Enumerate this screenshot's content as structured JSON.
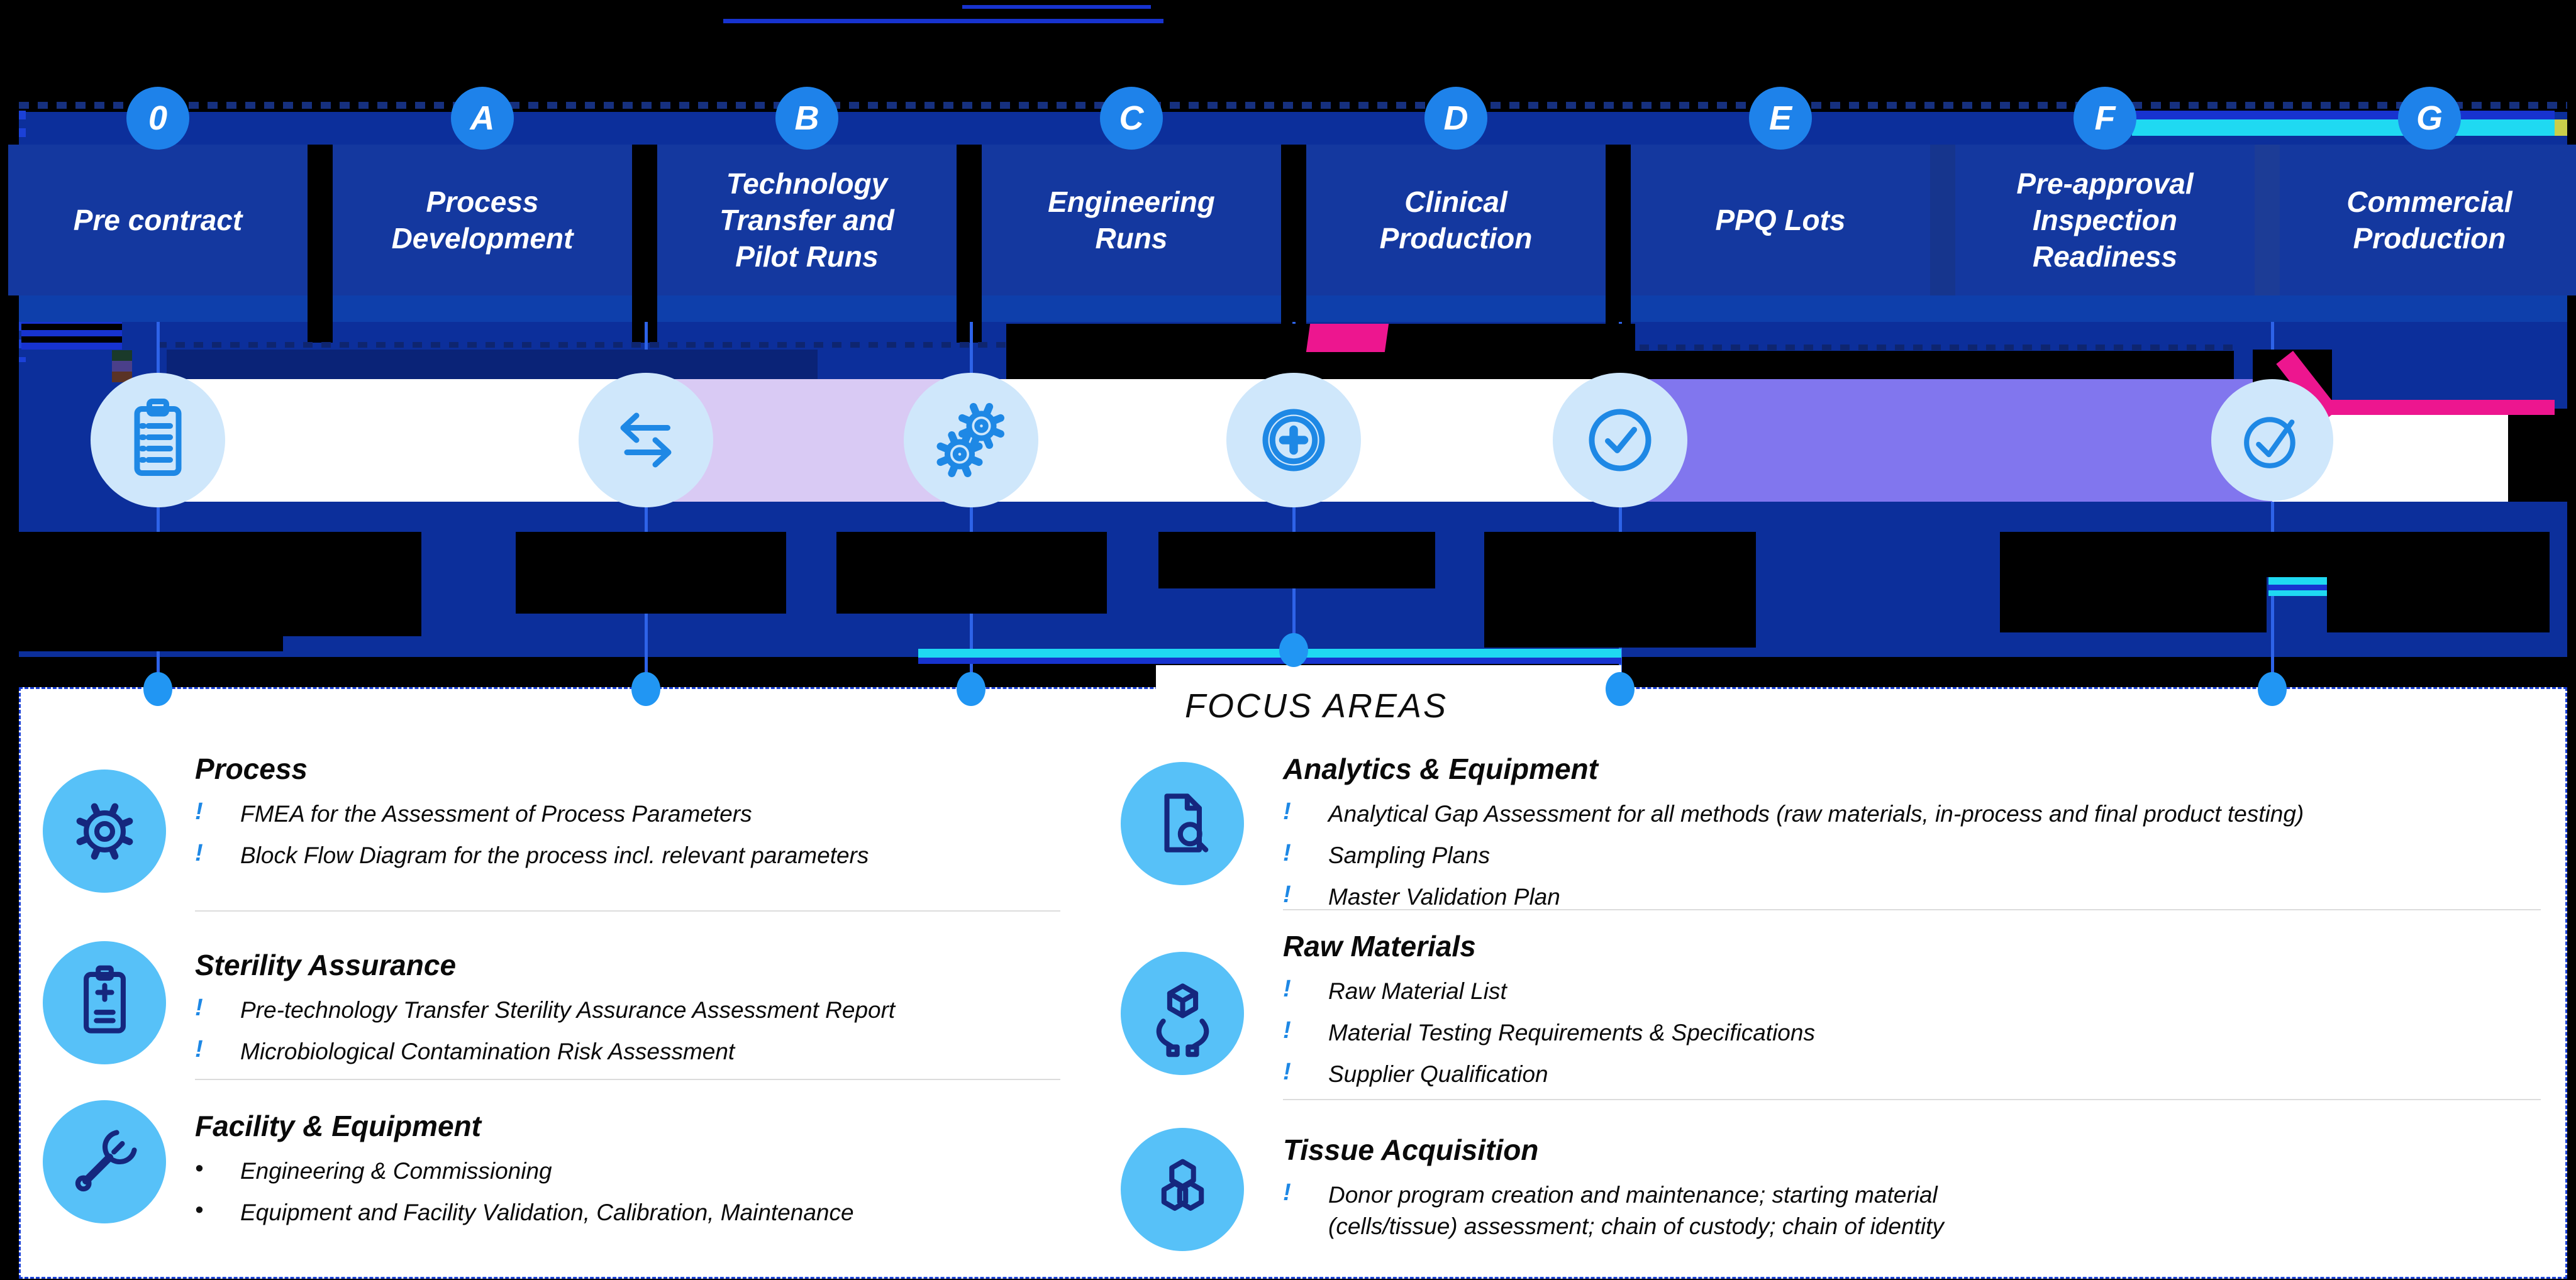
{
  "phases": [
    {
      "letter": "0",
      "lines": [
        "Pre contract"
      ]
    },
    {
      "letter": "A",
      "lines": [
        "Process",
        "Development"
      ]
    },
    {
      "letter": "B",
      "lines": [
        "Technology",
        "Transfer and",
        "Pilot Runs"
      ]
    },
    {
      "letter": "C",
      "lines": [
        "Engineering",
        "Runs"
      ]
    },
    {
      "letter": "D",
      "lines": [
        "Clinical",
        "Production"
      ]
    },
    {
      "letter": "E",
      "lines": [
        "PPQ Lots"
      ]
    },
    {
      "letter": "F",
      "lines": [
        "Pre-approval",
        "Inspection",
        "Readiness"
      ]
    },
    {
      "letter": "G",
      "lines": [
        "Commercial",
        "Production"
      ]
    }
  ],
  "timeline": {
    "milestone_icons": [
      "clipboard-list-icon",
      "transfer-arrows-icon",
      "gears-icon",
      "medical-cross-icon",
      "check-circle-icon",
      "double-check-icon"
    ]
  },
  "focus_areas": {
    "title": "FOCUS AREAS",
    "left": [
      {
        "icon": "gear-icon",
        "title": "Process",
        "items": [
          {
            "bullet": "!",
            "text": "FMEA for the Assessment of Process Parameters"
          },
          {
            "bullet": "!",
            "text": "Block Flow Diagram for the process incl. relevant parameters"
          }
        ]
      },
      {
        "icon": "clipboard-plus-icon",
        "title": "Sterility Assurance",
        "items": [
          {
            "bullet": "!",
            "text": "Pre-technology Transfer Sterility Assurance Assessment Report"
          },
          {
            "bullet": "!",
            "text": "Microbiological Contamination Risk Assessment"
          }
        ]
      },
      {
        "icon": "wrench-icon",
        "title": "Facility & Equipment",
        "items": [
          {
            "bullet": "•",
            "text": "Engineering & Commissioning"
          },
          {
            "bullet": "•",
            "text": "Equipment and Facility Validation, Calibration, Maintenance"
          }
        ]
      }
    ],
    "right": [
      {
        "icon": "document-search-icon",
        "title": "Analytics & Equipment",
        "items": [
          {
            "bullet": "!",
            "text": "Analytical Gap Assessment for all methods (raw materials, in-process and final product testing)"
          },
          {
            "bullet": "!",
            "text": "Sampling Plans"
          },
          {
            "bullet": "!",
            "text": "Master Validation Plan"
          }
        ]
      },
      {
        "icon": "hands-box-icon",
        "title": "Raw Materials",
        "items": [
          {
            "bullet": "!",
            "text": "Raw Material List"
          },
          {
            "bullet": "!",
            "text": "Material Testing Requirements & Specifications"
          },
          {
            "bullet": "!",
            "text": "Supplier Qualification"
          }
        ]
      },
      {
        "icon": "hexagons-icon",
        "title": "Tissue Acquisition",
        "items": [
          {
            "bullet": "!",
            "text": "Donor program creation and maintenance; starting material (cells/tissue) assessment; chain of custody; chain of identity"
          }
        ]
      }
    ]
  },
  "colors": {
    "background_blue": "#0C2F9B",
    "phase_box_blue": "#14389F",
    "badge_blue": "#1E82EA",
    "milestone_circle": "#CFE7FB",
    "milestone_stroke": "#1E88E5",
    "segment_lavender": "#D9CAF4",
    "segment_purple": "#8176EE",
    "segment_white": "#FFFFFF",
    "accent_pink": "#ED168F",
    "accent_cyan": "#1FD9F2",
    "focus_icon_fill": "#57C1F8",
    "focus_icon_stroke": "#15277E",
    "connector_blue": "#2E63E8",
    "dot_blue": "#2196F3"
  }
}
